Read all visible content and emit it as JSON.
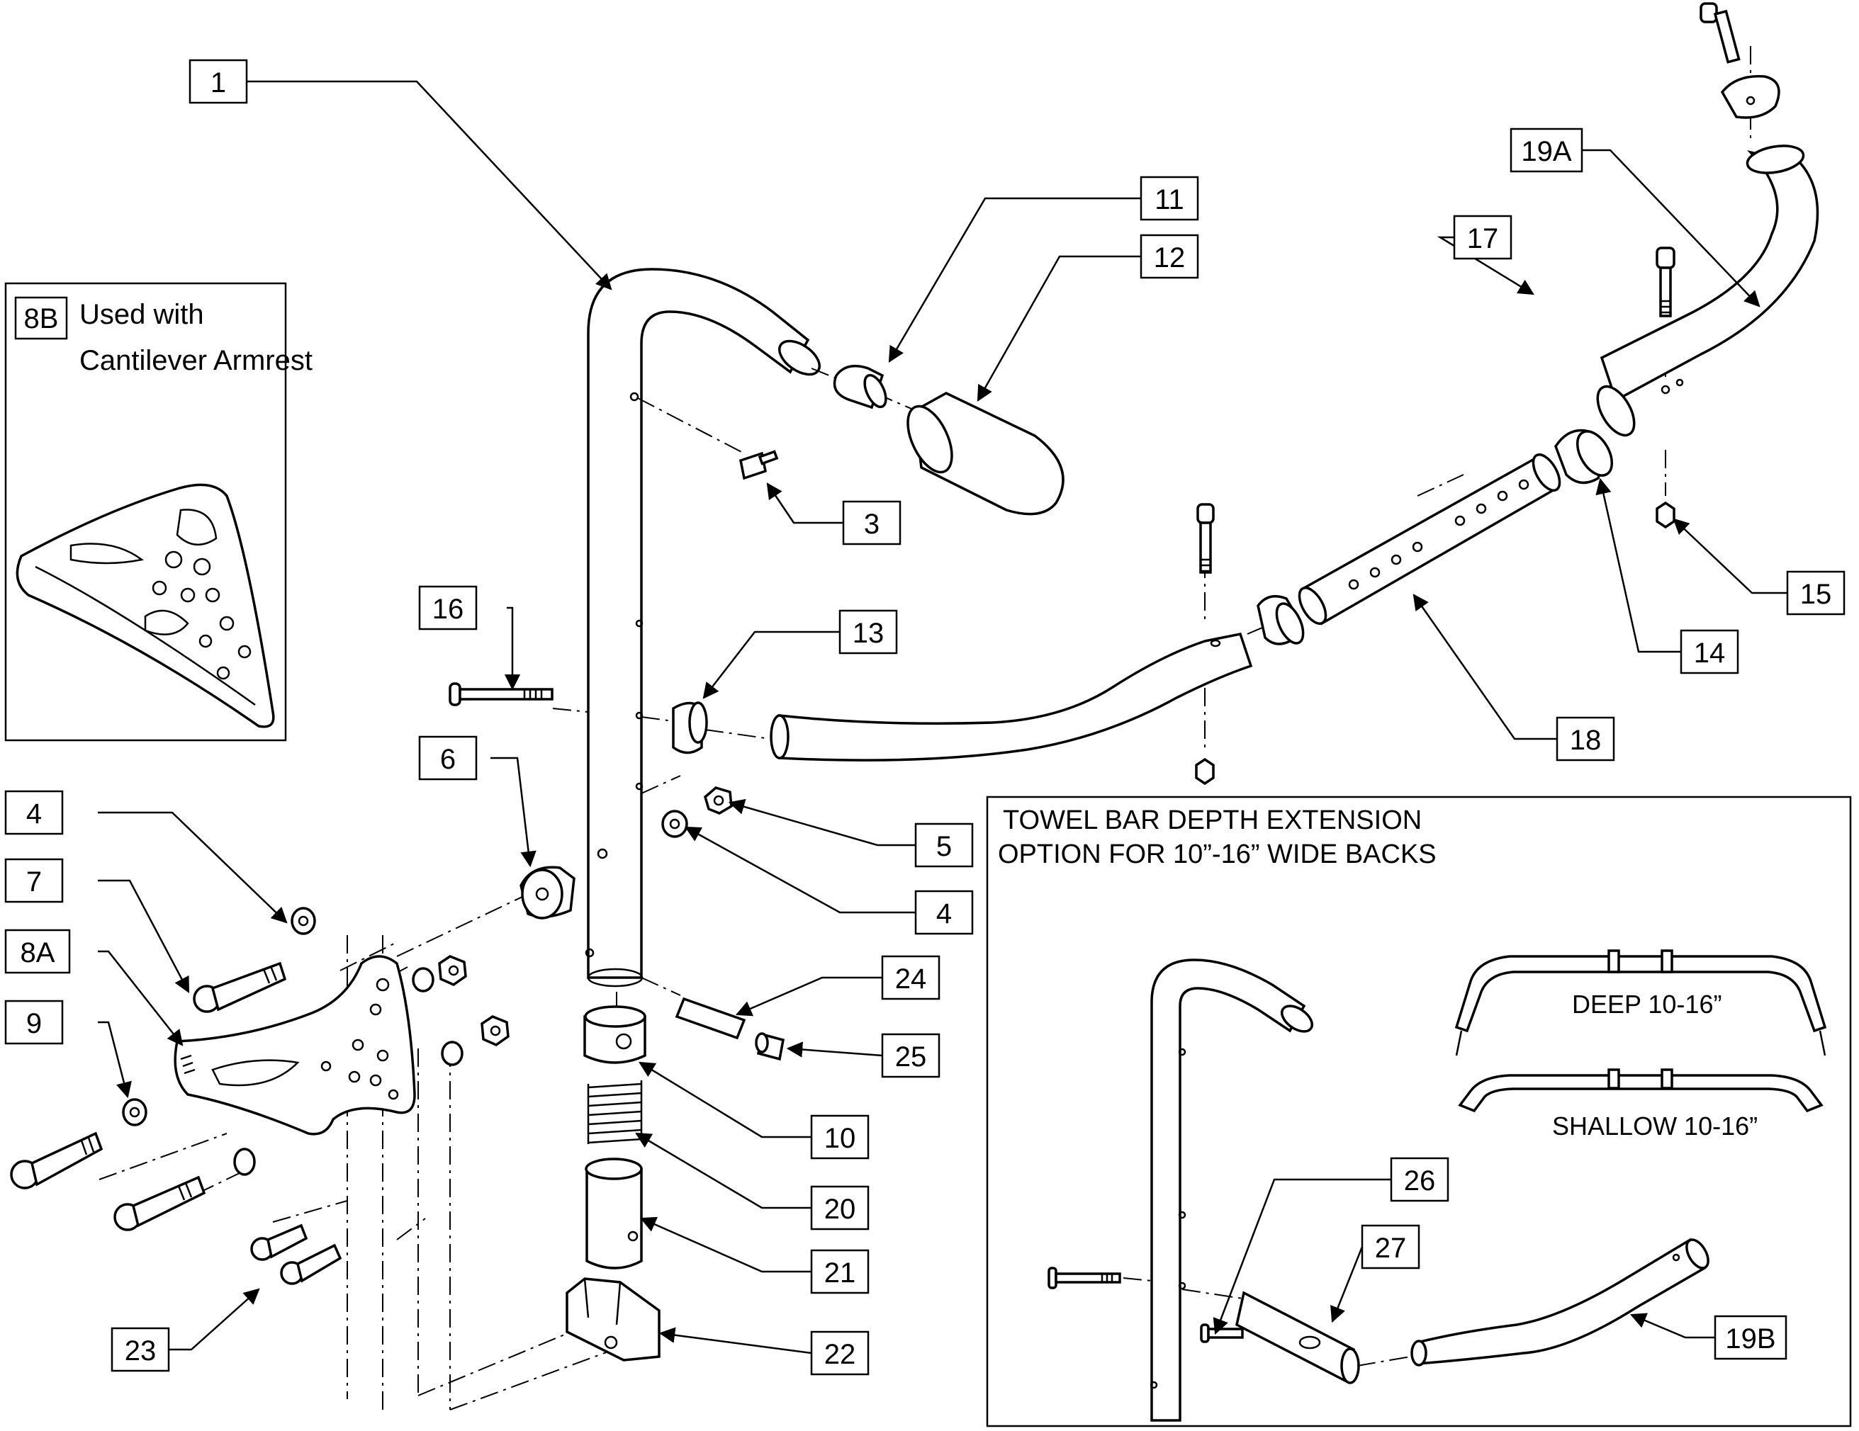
{
  "callouts": [
    "1",
    "3",
    "4",
    "4",
    "5",
    "6",
    "7",
    "8A",
    "9",
    "10",
    "11",
    "12",
    "13",
    "14",
    "15",
    "16",
    "17",
    "18",
    "19A",
    "19B",
    "20",
    "21",
    "22",
    "23",
    "24",
    "25",
    "26",
    "27"
  ],
  "inset_left": {
    "badge": "8B",
    "line1": "Used with",
    "line2": "Cantilever Armrest"
  },
  "inset_right": {
    "title_line1": "TOWEL BAR DEPTH EXTENSION",
    "title_line2": "OPTION FOR 10”-16” WIDE BACKS",
    "deep_label": "DEEP 10-16”",
    "shallow_label": "SHALLOW 10-16”"
  }
}
